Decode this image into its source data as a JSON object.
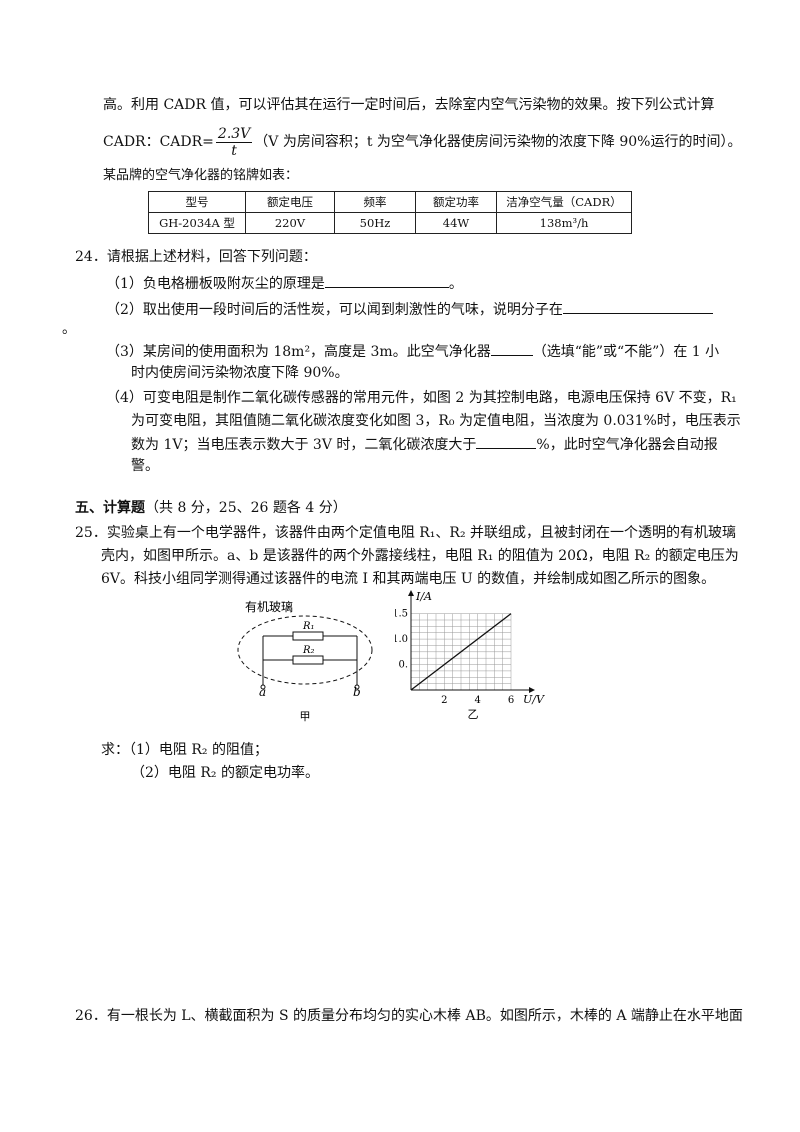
{
  "para_intro": {
    "line1": "高。利用 CADR 值，可以评估其在运行一定时间后，去除室内空气污染物的效果。按下列公式计算",
    "formula_prefix": "CADR：CADR=",
    "formula_num": "2.3V",
    "formula_den": "t",
    "formula_note": "（V 为房间容积；t 为空气净化器使房间污染物的浓度下降 90%运行的时间）。",
    "nameplate_intro": "某品牌的空气净化器的铭牌如表："
  },
  "spec_table": {
    "headers": [
      "型号",
      "额定电压",
      "频率",
      "额定功率",
      "洁净空气量（CADR）"
    ],
    "row": [
      "GH-2034A 型",
      "220V",
      "50Hz",
      "44W",
      "138m³/h"
    ]
  },
  "q24": {
    "stem": "24．请根据上述材料，回答下列问题：",
    "p1": "（1）负电格栅板吸附灰尘的原理是",
    "p1_end": "。",
    "p2": "（2）取出使用一段时间后的活性炭，可以闻到刺激性的气味，说明分子在",
    "p2_end": "。",
    "p3_a": "（3）某房间的使用面积为 18m²，高度是 3m。此空气净化器",
    "p3_b": "（选填“能”或“不能”）在 1 小",
    "p3_c": "时内使房间污染物浓度下降 90%。",
    "p4_a": "（4）可变电阻是制作二氧化碳传感器的常用元件，如图 2 为其控制电路，电源电压保持 6V 不变，R₁",
    "p4_b": "为可变电阻，其阻值随二氧化碳浓度变化如图 3，R₀ 为定值电阻，当浓度为 0.031%时，电压表示",
    "p4_c": "数为 1V；当电压表示数大于 3V 时，二氧化碳浓度大于",
    "p4_c_end": "%，此时空气净化器会自动报",
    "p4_d": "警。"
  },
  "section5": {
    "title": "五、计算题",
    "title_note": "（共 8 分，25、26 题各 4 分）"
  },
  "q25": {
    "l1": "25．实验桌上有一个电学器件，该器件由两个定值电阻 R₁、R₂ 并联组成，且被封闭在一个透明的有机玻璃",
    "l2": "壳内，如图甲所示。a、b 是该器件的两个外露接线柱，电阻 R₁ 的阻值为 20Ω，电阻 R₂ 的额定电压为",
    "l3": "6V。科技小组同学测得通过该器件的电流 I 和其两端电压 U 的数值，并绘制成如图乙所示的图象。",
    "ask": "求：（1）电阻 R₂ 的阻值；",
    "ask2": "（2）电阻 R₂ 的额定电功率。"
  },
  "fig_jia": {
    "label_glass": "有机玻璃",
    "r1": "R₁",
    "r2": "R₂",
    "term_a": "a",
    "term_b": "b",
    "caption": "甲"
  },
  "chart_data": {
    "type": "line",
    "caption": "乙",
    "xlabel": "U/V",
    "ylabel": "I/A",
    "x_ticks": [
      "2",
      "4",
      "6"
    ],
    "y_ticks": [
      "0.",
      "1.0",
      "1.5"
    ],
    "xlim": [
      0,
      6.6
    ],
    "ylim": [
      0,
      1.65
    ],
    "grid": true,
    "series": [
      {
        "x": [
          0,
          6
        ],
        "y": [
          0,
          1.5
        ]
      }
    ]
  },
  "q26": {
    "l1": "26．有一根长为 L、横截面积为 S 的质量分布均匀的实心木棒 AB。如图所示，木棒的 A 端静止在水平地面"
  }
}
